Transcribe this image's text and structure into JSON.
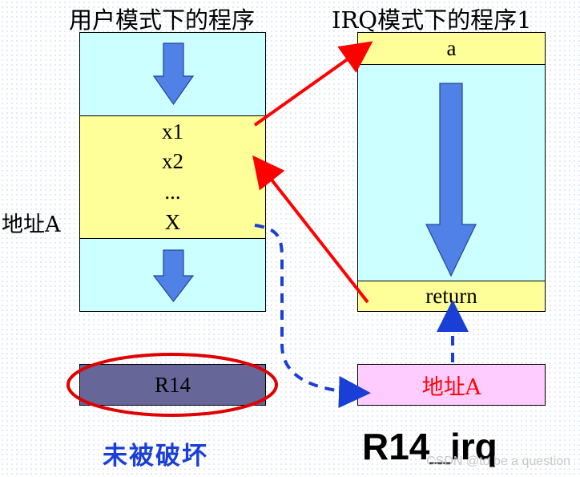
{
  "titles": {
    "left": "用户模式下的程序",
    "right": "IRQ模式下的程序1"
  },
  "left_panel": {
    "rows": [
      "x1",
      "x2",
      "...",
      "X"
    ],
    "address_label": "地址A"
  },
  "right_panel": {
    "top_row": "a",
    "bottom_row": "return"
  },
  "registers": {
    "r14_label": "R14",
    "r14_irq_value": "地址A"
  },
  "captions": {
    "left": "未被破坏",
    "right": "R14_irq"
  },
  "watermark": "CSDN @to be a question",
  "colors": {
    "panel_bg": "#ccffff",
    "row_bg": "#ffff99",
    "flow_arrow": "#4f81e6",
    "call_arrow": "#ff0000",
    "dashed_arrow": "#1a3fd6",
    "r14_bg": "#666699",
    "r14_irq_bg": "#ffccff"
  }
}
